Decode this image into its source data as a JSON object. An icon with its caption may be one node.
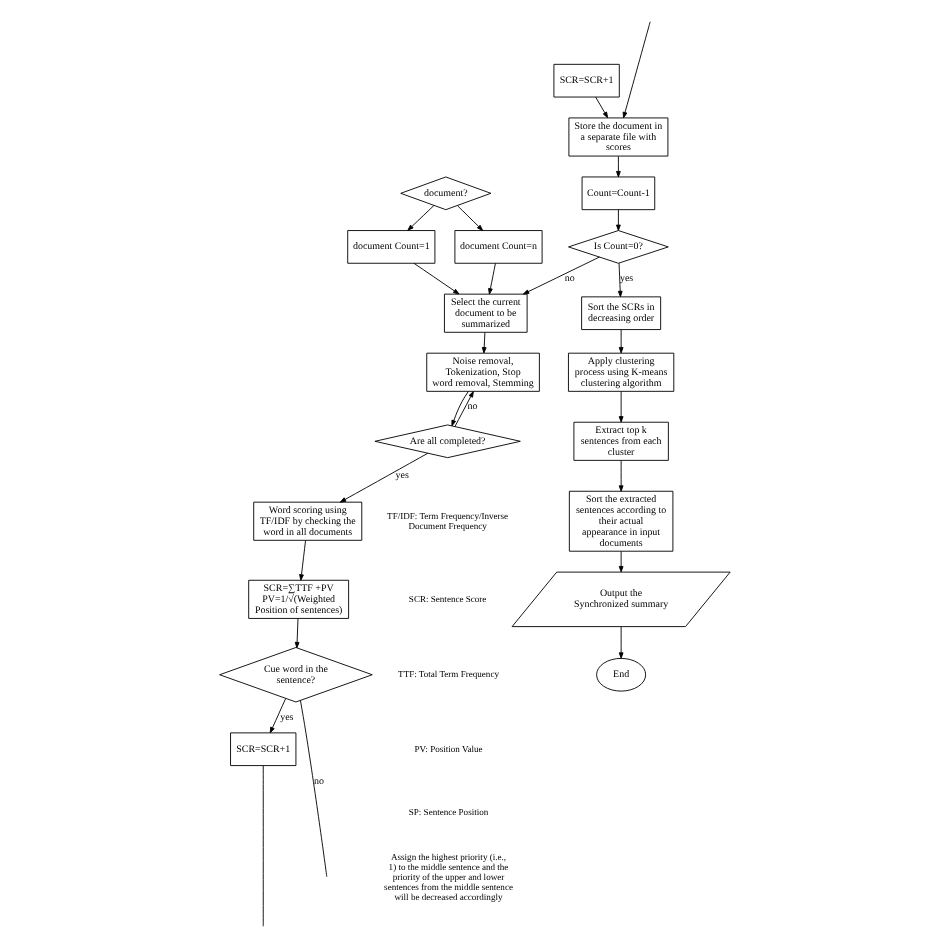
{
  "diagram": {
    "nodes": [
      {
        "text": [
          "document Count=1"
        ]
      },
      {
        "text": [
          "document?"
        ]
      },
      {
        "text": [
          "document Count=n"
        ]
      },
      {
        "text": [
          "Select the current document to be summarized"
        ]
      },
      {
        "text": [
          "Noise removal, Tokenization, Stop word removal, Stemming"
        ]
      },
      {
        "text": [
          "Are all completed?"
        ]
      },
      {
        "text": [
          "Word scoring using TF/IDF by checking the word in all documents"
        ]
      },
      {
        "text": [
          "SCR=∑TTF +PV",
          "PV=1/√(Weighted Position of sentences)"
        ]
      },
      {
        "text": [
          "Cue word in the sentence?"
        ]
      },
      {
        "text": [
          "SCR=SCR+1"
        ]
      },
      {
        "text": [
          "Store the document in a separate file with scores"
        ]
      },
      {
        "text": [
          "SCR=SCR+1"
        ]
      },
      {
        "text": [
          "Count=Count-1"
        ]
      },
      {
        "text": [
          "Is Count=0?"
        ]
      },
      {
        "text": [
          "Sort the SCRs in decreasing order"
        ]
      },
      {
        "text": [
          "Apply clustering process using K-means clustering algorithm"
        ]
      },
      {
        "text": [
          "Extract top k sentences from each cluster"
        ]
      },
      {
        "text": [
          "Sort the extracted sentences according to their actual appearance in input documents"
        ]
      },
      {
        "text": [
          "Output the Synchronized summary"
        ]
      },
      {
        "text": [
          "End"
        ]
      }
    ],
    "edges": [
      {
        "from": 1,
        "to": 0,
        "arrow": "to"
      },
      {
        "from": 1,
        "to": 2,
        "arrow": "to"
      },
      {
        "from": 0,
        "to": 3,
        "arrow": "to"
      },
      {
        "from": 2,
        "to": 3,
        "arrow": "to"
      },
      {
        "from": 13,
        "to": 3,
        "label": "no",
        "arrow": "to"
      },
      {
        "from": 3,
        "to": 4,
        "arrow": "to"
      },
      {
        "from": 4,
        "to": 5,
        "arrow": "to"
      },
      {
        "from": 5,
        "to": 4,
        "label": "no",
        "arrow": "to"
      },
      {
        "from": 5,
        "to": 6,
        "label": "yes",
        "arrow": "to"
      },
      {
        "from": 6,
        "to": 7,
        "arrow": "to"
      },
      {
        "from": 7,
        "to": 8,
        "arrow": "to"
      },
      {
        "from": 8,
        "to": 9,
        "label": "yes",
        "arrow": "to"
      },
      {
        "from": 8,
        "to": null,
        "label": "no",
        "arrow": "none"
      },
      {
        "from": 9,
        "to": null,
        "arrow": "none"
      },
      {
        "from": null,
        "to": 10,
        "arrow": "to"
      },
      {
        "from": 11,
        "to": 10,
        "arrow": "to"
      },
      {
        "from": 10,
        "to": 12,
        "arrow": "to"
      },
      {
        "from": 12,
        "to": 13,
        "arrow": "to"
      },
      {
        "from": 13,
        "to": 14,
        "label": "yes",
        "arrow": "to"
      },
      {
        "from": 14,
        "to": 15,
        "arrow": "to"
      },
      {
        "from": 15,
        "to": 16,
        "arrow": "to"
      },
      {
        "from": 16,
        "to": 17,
        "arrow": "to"
      },
      {
        "from": 17,
        "to": 18,
        "arrow": "to"
      },
      {
        "from": 18,
        "to": 19,
        "arrow": "to"
      }
    ],
    "labels": [
      "TF/IDF: Term Frequency/Inverse Document Frequency",
      "SCR: Sentence Score",
      "TTF: Total Term Frequency",
      "PV: Position Value",
      "SP: Sentence Position",
      "Assign the highest priority (i.e., 1) to the middle sentence and the priority of the upper and lower sentences from the middle sentence will be decreased accordingly"
    ]
  }
}
